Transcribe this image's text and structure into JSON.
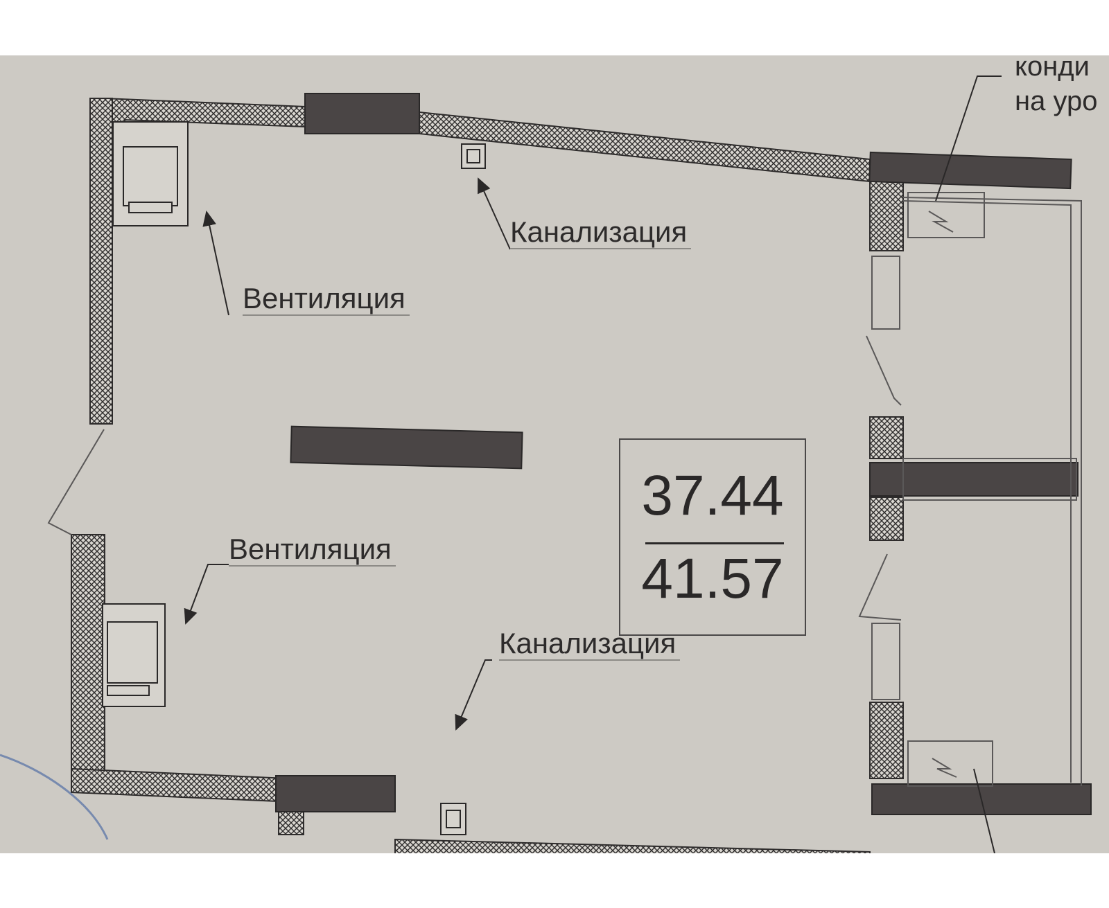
{
  "labels": {
    "vent_top": "Вентиляция",
    "vent_bottom": "Вентиляция",
    "sewer_top": "Канализация",
    "sewer_bottom": "Канализация",
    "corner_line1": "конди",
    "corner_line2": "на уро"
  },
  "area": {
    "living": "37.44",
    "total": "41.57"
  },
  "colors": {
    "paper": "#cdcac4",
    "wall_hatch": "#2e2c2c",
    "column_fill": "#4a4545",
    "ink": "#2d2b2b"
  }
}
